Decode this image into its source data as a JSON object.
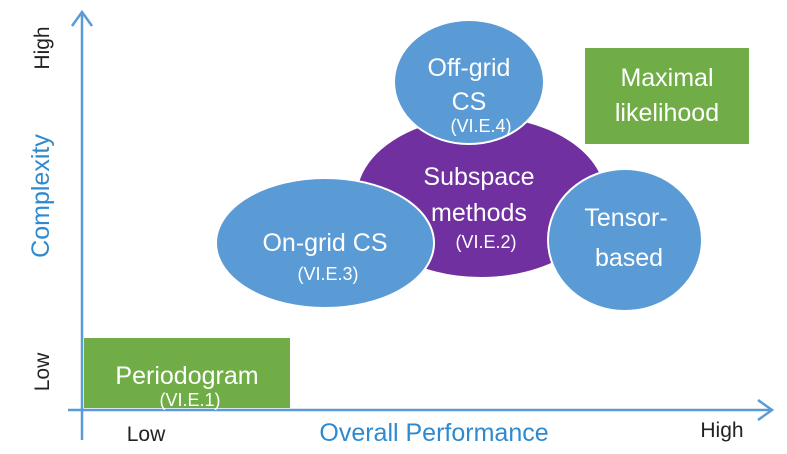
{
  "axes": {
    "x_title": "Overall Performance",
    "x_low": "Low",
    "x_high": "High",
    "y_title": "Complexity",
    "y_low": "Low",
    "y_high": "High",
    "color": "#5b9bd5"
  },
  "nodes": {
    "periodogram": {
      "label": "Periodogram",
      "ref": "(VI.E.1)",
      "fill": "#70ad47"
    },
    "maximal_likelihood": {
      "label_line1": "Maximal",
      "label_line2": "likelihood",
      "fill": "#70ad47"
    },
    "subspace": {
      "label_line1": "Subspace",
      "label_line2": "methods",
      "ref": "(VI.E.2)",
      "fill": "#7030a0"
    },
    "off_grid_cs": {
      "label_line1": "Off-grid",
      "label_line2": "CS",
      "ref": "(VI.E.4)",
      "fill": "#5b9bd5"
    },
    "on_grid_cs": {
      "label": "On-grid CS",
      "ref": "(VI.E.3)",
      "fill": "#5b9bd5"
    },
    "tensor_based": {
      "label_line1": "Tensor-",
      "label_line2": "based",
      "fill": "#5b9bd5"
    }
  }
}
